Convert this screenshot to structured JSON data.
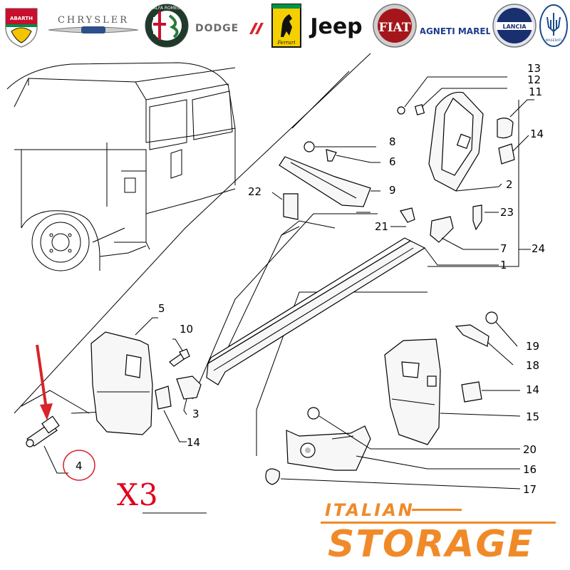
{
  "brands": [
    {
      "key": "abarth",
      "label": "ABARTH",
      "color": "#c8102e"
    },
    {
      "key": "chrysler",
      "label": "CHRYSLER",
      "color": "#555555"
    },
    {
      "key": "alfa",
      "label": "ALFA ROMEO",
      "color": "#9a1b1f"
    },
    {
      "key": "dodge",
      "label": "DODGE",
      "color": "#6b6b6b"
    },
    {
      "key": "ferrari",
      "label": "Ferrari",
      "color": "#f5d000"
    },
    {
      "key": "jeep",
      "label": "Jeep",
      "color": "#111111"
    },
    {
      "key": "fiat",
      "label": "FIAT",
      "color": "#a4161a"
    },
    {
      "key": "magneti",
      "label": "MAGNETI MARELLI",
      "color": "#1f3b8f"
    },
    {
      "key": "lancia",
      "label": "LANCIA",
      "color": "#1a2f6e"
    },
    {
      "key": "maserati",
      "label": "MASERATI",
      "color": "#1c4c8a"
    }
  ],
  "callouts": [
    "13",
    "12",
    "11",
    "14",
    "2",
    "8",
    "6",
    "9",
    "22",
    "23",
    "21",
    "7",
    "24",
    "1",
    "5",
    "10",
    "19",
    "18",
    "3",
    "14",
    "14",
    "15",
    "20",
    "16",
    "17",
    "4"
  ],
  "highlight": {
    "part": "4",
    "quantity": "X3",
    "arrow_color": "#d8232a"
  },
  "store": {
    "line1": "ITALIAN",
    "line2": "STORAGE",
    "color": "#f08a28"
  }
}
